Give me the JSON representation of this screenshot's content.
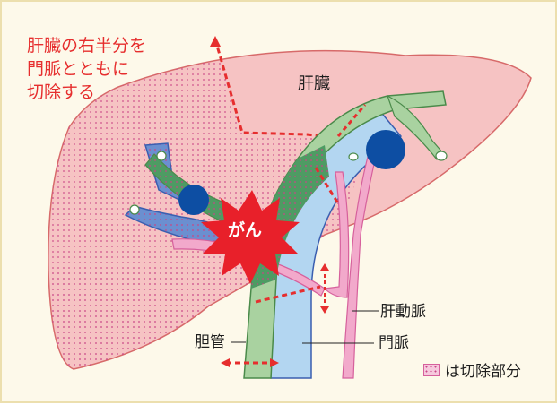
{
  "resection_note": {
    "lines": [
      "肝臓の右半分を",
      "門脈とともに",
      "切除する"
    ]
  },
  "labels": {
    "liver": "肝臓",
    "cancer": "がん",
    "hepatic_artery": "肝動脈",
    "portal_vein": "門脈",
    "bile_duct": "胆管"
  },
  "legend": {
    "text": "は切除部分"
  },
  "colors": {
    "background": "#fdf9ea",
    "liver": "#f6c3c3",
    "resected_area_dots": "#c94486",
    "portal_vein": "#b3d6f1",
    "bile_duct": "#a9d2a0",
    "hepatic_artery": "#f2a9cb",
    "tumor": "#e8202a",
    "cut_line": "#e62e2e",
    "vein_branch": "#0d4ea3"
  }
}
